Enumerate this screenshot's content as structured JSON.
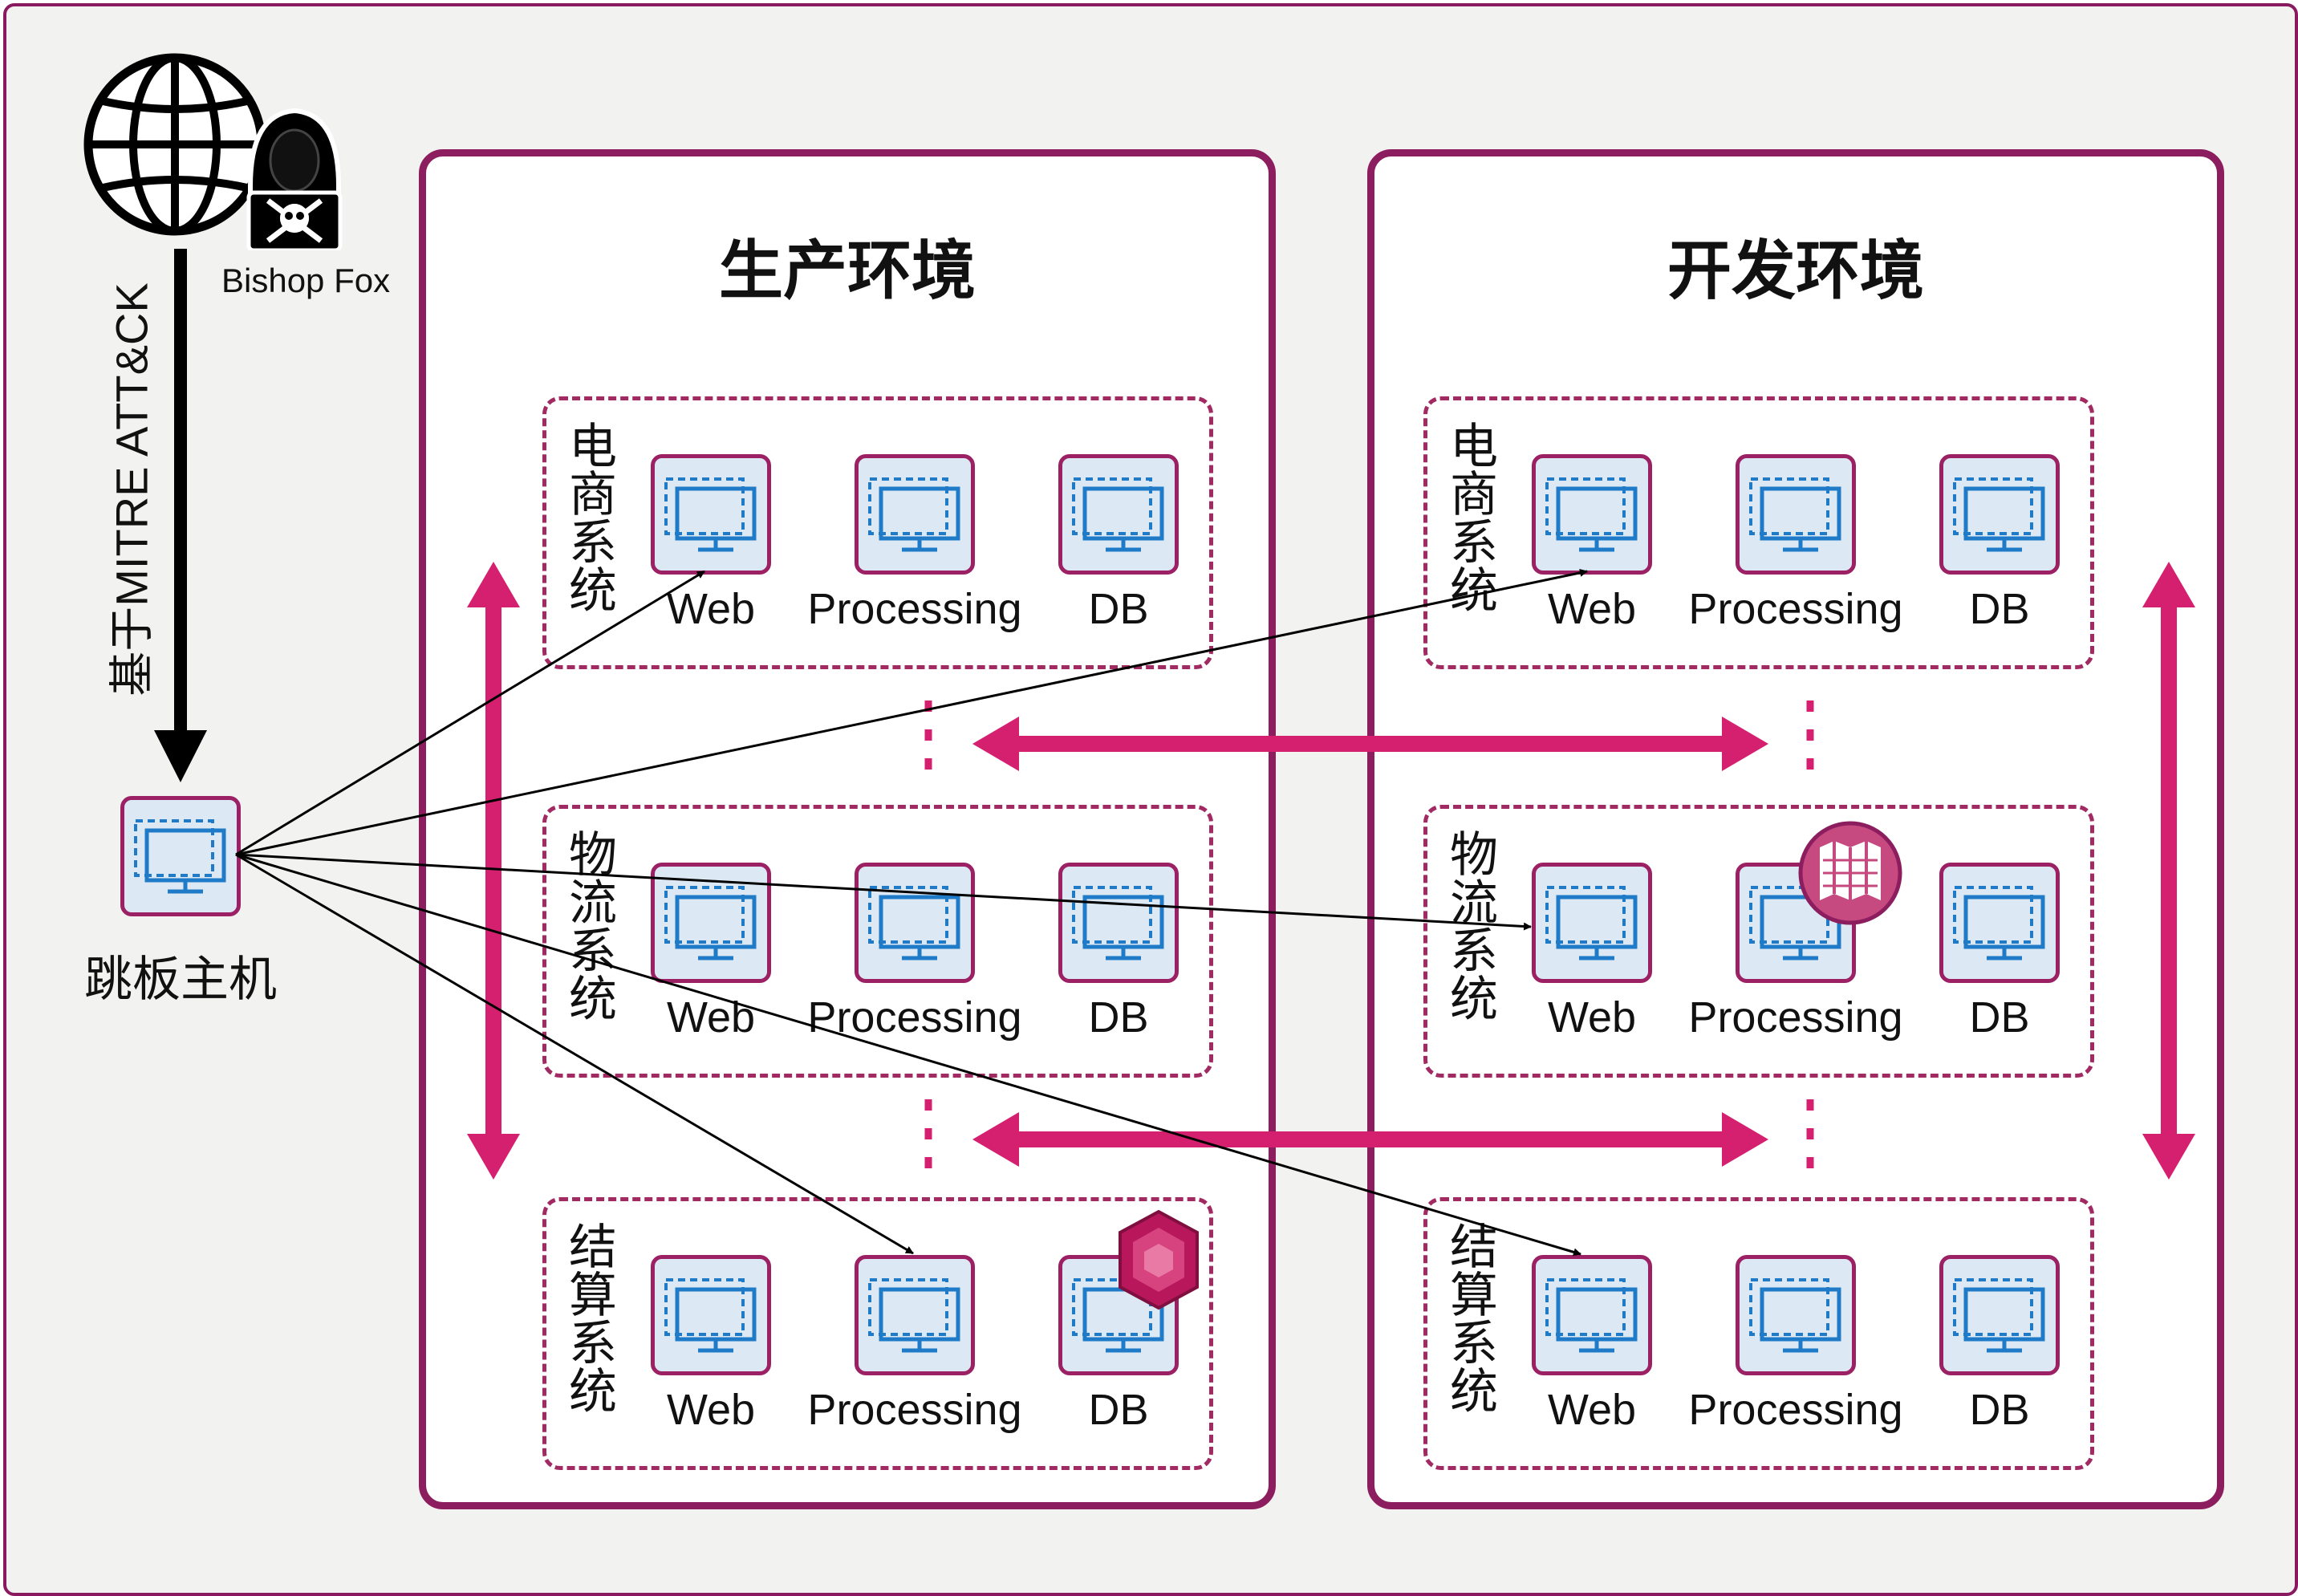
{
  "attacker": {
    "label": "Bishop Fox",
    "icon": "hacker-icon"
  },
  "internet": {
    "icon": "globe-icon"
  },
  "attack_method": "基于MITRE ATT&CK",
  "jump_host": {
    "label": "跳板主机",
    "icon": "monitor-icon"
  },
  "environments": [
    {
      "title": "生产环境",
      "groups": [
        {
          "label": "电商系统",
          "nodes": [
            "Web",
            "Processing",
            "DB"
          ]
        },
        {
          "label": "物流系统",
          "nodes": [
            "Web",
            "Processing",
            "DB"
          ]
        },
        {
          "label": "结算系统",
          "nodes": [
            "Web",
            "Processing",
            "DB"
          ]
        }
      ]
    },
    {
      "title": "开发环境",
      "groups": [
        {
          "label": "电商系统",
          "nodes": [
            "Web",
            "Processing",
            "DB"
          ]
        },
        {
          "label": "物流系统",
          "nodes": [
            "Web",
            "Processing",
            "DB"
          ]
        },
        {
          "label": "结算系统",
          "nodes": [
            "Web",
            "Processing",
            "DB"
          ]
        }
      ]
    }
  ],
  "colors": {
    "accent": "#d51f6f",
    "border": "#8c1d5e",
    "node_fill": "#dce9f4",
    "screen": "#1f7ac8",
    "background": "#f2f2f0"
  }
}
